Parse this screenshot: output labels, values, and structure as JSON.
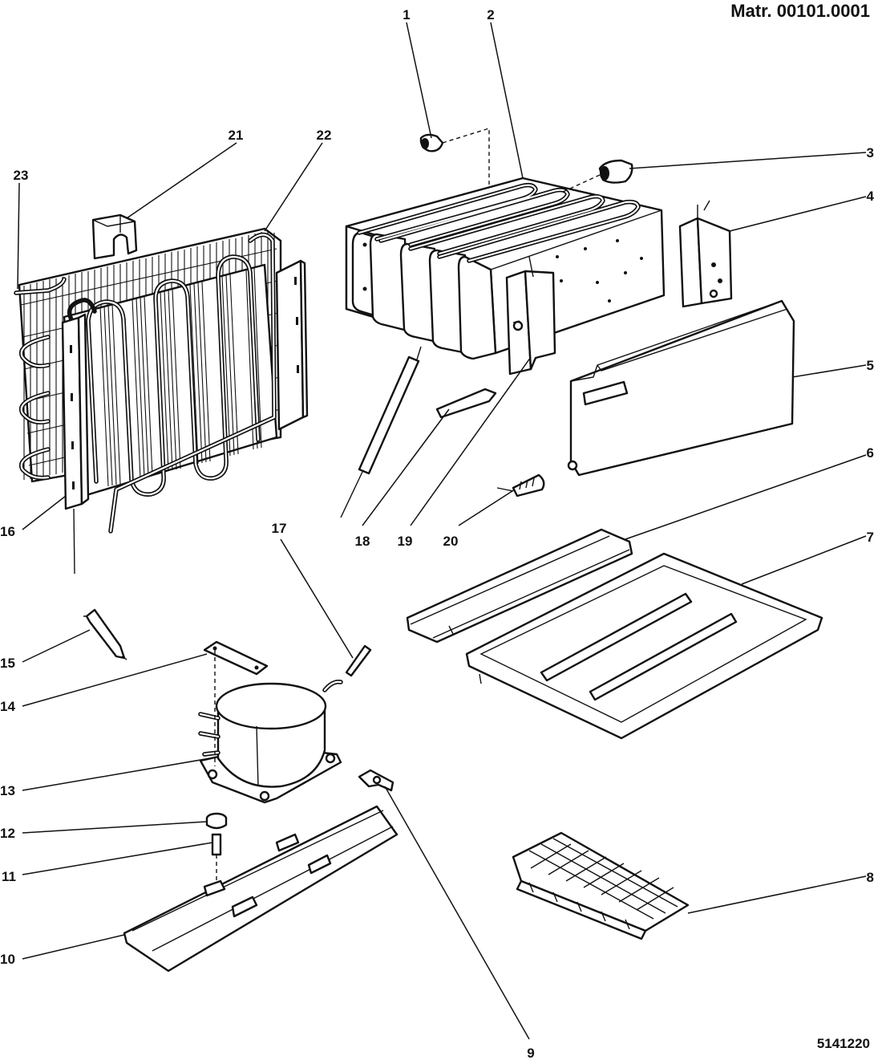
{
  "header": {
    "material": "Matr. 00101.0001"
  },
  "footer": {
    "drawing_code": "5141220"
  },
  "callouts": [
    "1",
    "2",
    "3",
    "4",
    "5",
    "6",
    "7",
    "8",
    "9",
    "10",
    "11",
    "12",
    "13",
    "14",
    "15",
    "16",
    "17",
    "18",
    "19",
    "20",
    "21",
    "22",
    "23"
  ]
}
